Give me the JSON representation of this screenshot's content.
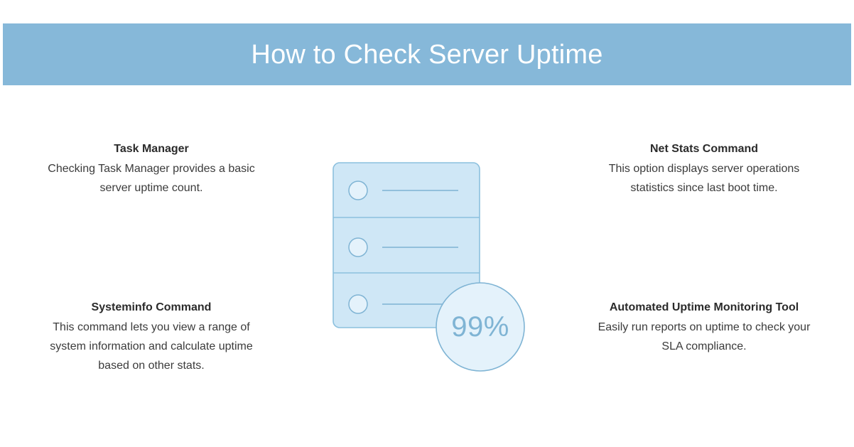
{
  "header": {
    "title": "How to Check Server Uptime",
    "background_color": "#86b8d9",
    "text_color": "#ffffff"
  },
  "blocks": [
    {
      "id": "task-manager",
      "position": "top-left",
      "heading": "Task Manager",
      "body": "Checking Task Manager provides a basic server uptime count."
    },
    {
      "id": "systeminfo-command",
      "position": "bottom-left",
      "heading": "Systeminfo Command",
      "body": "This command lets you view a range of system information and calculate uptime based on other stats."
    },
    {
      "id": "net-stats-command",
      "position": "top-right",
      "heading": "Net Stats Command",
      "body": "This option displays server operations statistics since last boot time."
    },
    {
      "id": "automated-uptime-monitoring-tool",
      "position": "bottom-right",
      "heading": "Automated Uptime Monitoring Tool",
      "body": "Easily run reports on uptime to check your SLA compliance."
    }
  ],
  "illustration": {
    "name": "server-rack-illustration",
    "rack_rows": 3,
    "badge_value": "99%",
    "colors": {
      "rack_fill": "#cfe7f6",
      "rack_stroke": "#8cc0de",
      "row_circle_fill": "#e4f2fb",
      "badge_fill": "#e4f2fb",
      "badge_stroke": "#8cc0de",
      "badge_text": "#7fb4d4",
      "line_stroke": "#7fb4d4"
    }
  }
}
